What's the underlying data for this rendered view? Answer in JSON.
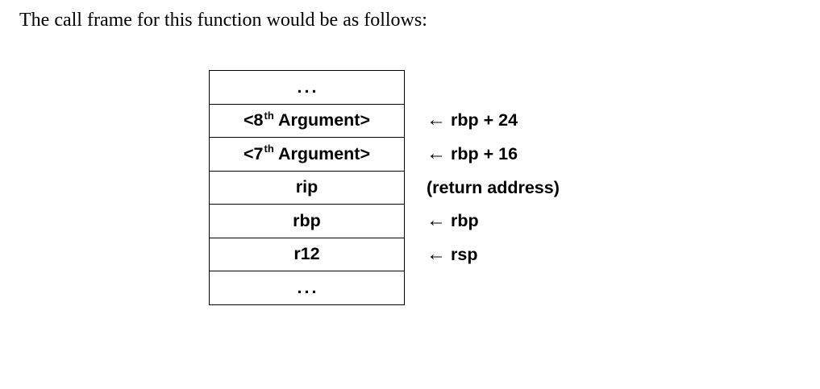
{
  "intro_text": "The call frame for this function would be as follows:",
  "stack_rows": [
    {
      "main": "...",
      "sup": "",
      "suffix": "",
      "annotation": ""
    },
    {
      "main": "<8",
      "sup": "th",
      "suffix": " Argument>",
      "annotation": "rbp + 24",
      "arrow": "←"
    },
    {
      "main": "<7",
      "sup": "th",
      "suffix": " Argument>",
      "annotation": "rbp + 16",
      "arrow": "←"
    },
    {
      "main": "rip",
      "sup": "",
      "suffix": "",
      "annotation": "(return address)",
      "arrow": ""
    },
    {
      "main": "rbp",
      "sup": "",
      "suffix": "",
      "annotation": "rbp",
      "arrow": "←"
    },
    {
      "main": "r12",
      "sup": "",
      "suffix": "",
      "annotation": "rsp",
      "arrow": "←"
    },
    {
      "main": "...",
      "sup": "",
      "suffix": "",
      "annotation": ""
    }
  ]
}
